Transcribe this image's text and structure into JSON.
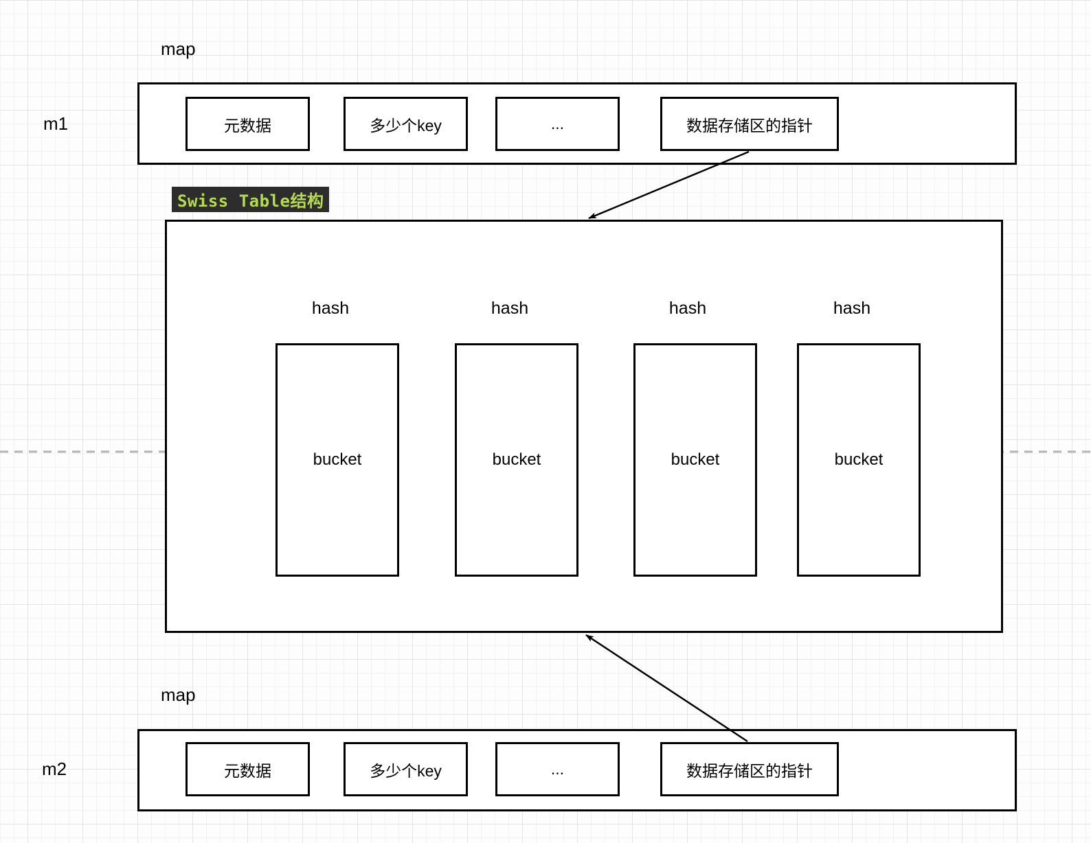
{
  "colors": {
    "line": "#000000",
    "dashed_line": "#b3b3b3",
    "title_badge_bg": "#2d2d2d",
    "title_badge_text": "#b5dc4e",
    "grid_minor": "#f3f3f3",
    "grid_major": "#e4e4e4"
  },
  "m1": {
    "map_label": "map",
    "name": "m1",
    "cells": [
      "元数据",
      "多少个key",
      "...",
      "数据存储区的指针"
    ]
  },
  "swiss_table": {
    "title": "Swiss Table结构",
    "hash_labels": [
      "hash",
      "hash",
      "hash",
      "hash"
    ],
    "buckets": [
      "bucket",
      "bucket",
      "bucket",
      "bucket"
    ]
  },
  "m2": {
    "map_label": "map",
    "name": "m2",
    "cells": [
      "元数据",
      "多少个key",
      "...",
      "数据存储区的指针"
    ]
  }
}
